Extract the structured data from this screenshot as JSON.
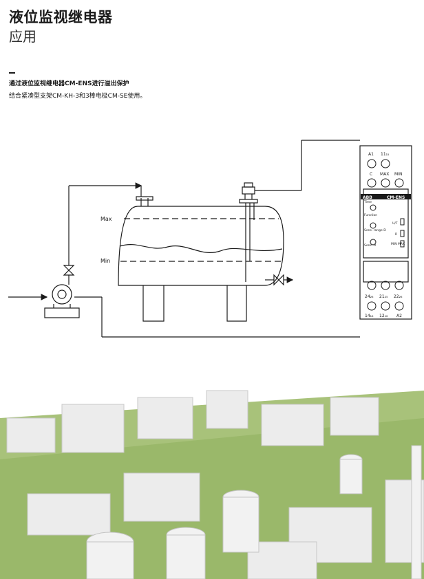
{
  "page": {
    "title": "液位监视继电器",
    "subtitle": "应用",
    "section_heading": "通过液位监视继电器CM-ENS进行溢出保护",
    "section_desc": "结合紧凑型支架CM-KH-3和3棒电极CM-SE使用。"
  },
  "diagram": {
    "tank_level_max": "Max",
    "tank_level_min": "Min",
    "relay": {
      "top_terminals": [
        "A1",
        "11₁₅"
      ],
      "mid_terminals": [
        "C",
        "MAX",
        "MIN"
      ],
      "brand": "ABB",
      "model": "CM-ENS",
      "knob_labels": [
        "Time",
        "Function",
        "Sens. range D",
        "Sens. O"
      ],
      "led_labels": [
        "U/T",
        "R",
        "MIN MAX"
      ],
      "bottom_terminals_row1": [
        "24₂₆",
        "21₂₅",
        "22₂₆"
      ],
      "bottom_terminals_row2": [
        "14₁₆",
        "12₁₆",
        "A2"
      ]
    }
  },
  "colors": {
    "text": "#1a1a1a",
    "line": "#1a1a1a",
    "photo_grass": "#9ab86a",
    "photo_building": "#e8e8e8"
  }
}
